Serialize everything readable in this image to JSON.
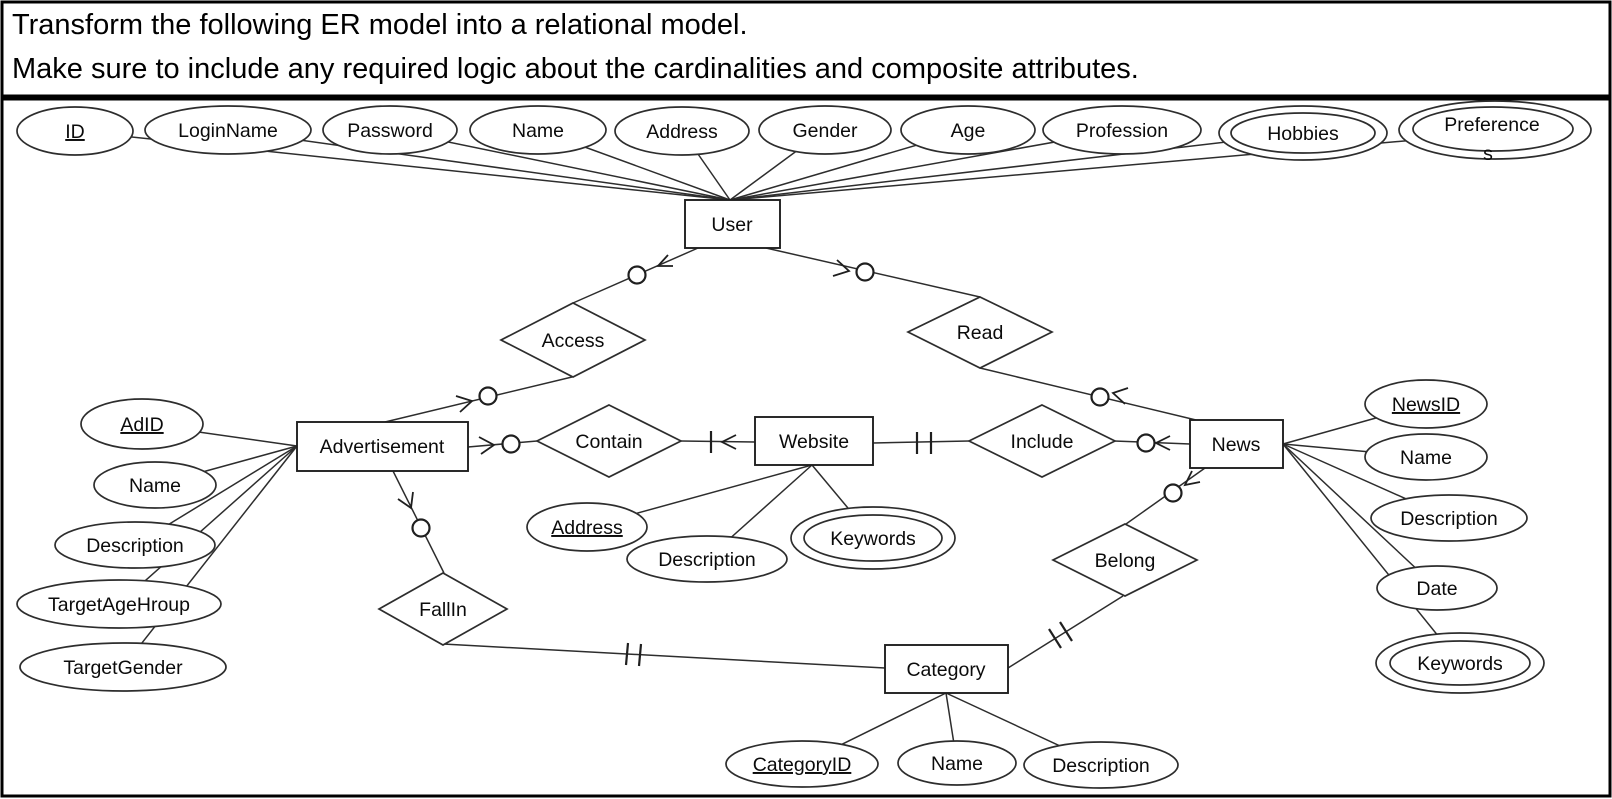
{
  "header": {
    "line1": "Transform the following ER model into a relational model.",
    "line2": "Make sure to include any required logic about the cardinalities and composite attributes."
  },
  "entities": {
    "user": {
      "label": "User"
    },
    "advertisement": {
      "label": "Advertisement"
    },
    "website": {
      "label": "Website"
    },
    "news": {
      "label": "News"
    },
    "category": {
      "label": "Category"
    }
  },
  "relationships": {
    "access": {
      "label": "Access"
    },
    "read": {
      "label": "Read"
    },
    "contain": {
      "label": "Contain"
    },
    "include": {
      "label": "Include"
    },
    "fallin": {
      "label": "FallIn"
    },
    "belong": {
      "label": "Belong"
    }
  },
  "attributes": {
    "user": [
      {
        "label": "ID",
        "key": true
      },
      {
        "label": "LoginName"
      },
      {
        "label": "Password"
      },
      {
        "label": "Name"
      },
      {
        "label": "Address"
      },
      {
        "label": "Gender"
      },
      {
        "label": "Age"
      },
      {
        "label": "Profession"
      },
      {
        "label": "Hobbies",
        "multivalued": true
      },
      {
        "label": "Preferences",
        "multivalued": true,
        "line1": "Preference",
        "line2": "s"
      }
    ],
    "advertisement": [
      {
        "label": "AdID",
        "key": true
      },
      {
        "label": "Name"
      },
      {
        "label": "Description"
      },
      {
        "label": "TargetAgeHroup"
      },
      {
        "label": "TargetGender"
      }
    ],
    "website": [
      {
        "label": "Address",
        "key": true
      },
      {
        "label": "Description"
      },
      {
        "label": "Keywords",
        "multivalued": true
      }
    ],
    "news": [
      {
        "label": "NewsID",
        "key": true
      },
      {
        "label": "Name"
      },
      {
        "label": "Description"
      },
      {
        "label": "Date"
      },
      {
        "label": "Keywords",
        "multivalued": true
      }
    ],
    "category": [
      {
        "label": "CategoryID",
        "key": true
      },
      {
        "label": "Name"
      },
      {
        "label": "Description"
      }
    ]
  },
  "cardinalities": [
    {
      "line": "User-Access",
      "notation": "O<",
      "near": "User"
    },
    {
      "line": "User-Read",
      "notation": ">O",
      "near": "User"
    },
    {
      "line": "Access-Advertisement",
      "notation": ">O",
      "near": "Advertisement"
    },
    {
      "line": "Advertisement-Contain",
      "notation": ">O",
      "near": "Advertisement"
    },
    {
      "line": "Contain-Website",
      "notation": "|<",
      "near": "Website"
    },
    {
      "line": "Website-Include",
      "notation": "||",
      "near": "Website"
    },
    {
      "line": "Include-News",
      "notation": "O<",
      "near": "News"
    },
    {
      "line": "Read-News",
      "notation": "O<",
      "near": "News"
    },
    {
      "line": "News-Belong",
      "notation": "O<",
      "near": "News"
    },
    {
      "line": "Belong-Category",
      "notation": "||",
      "near": "Category"
    },
    {
      "line": "Advertisement-FallIn",
      "notation": ">O",
      "near": "Advertisement"
    },
    {
      "line": "FallIn-Category",
      "notation": "||",
      "near": "mid-line"
    }
  ],
  "colors": {
    "ink": "#000000",
    "background": "#ffffff"
  }
}
